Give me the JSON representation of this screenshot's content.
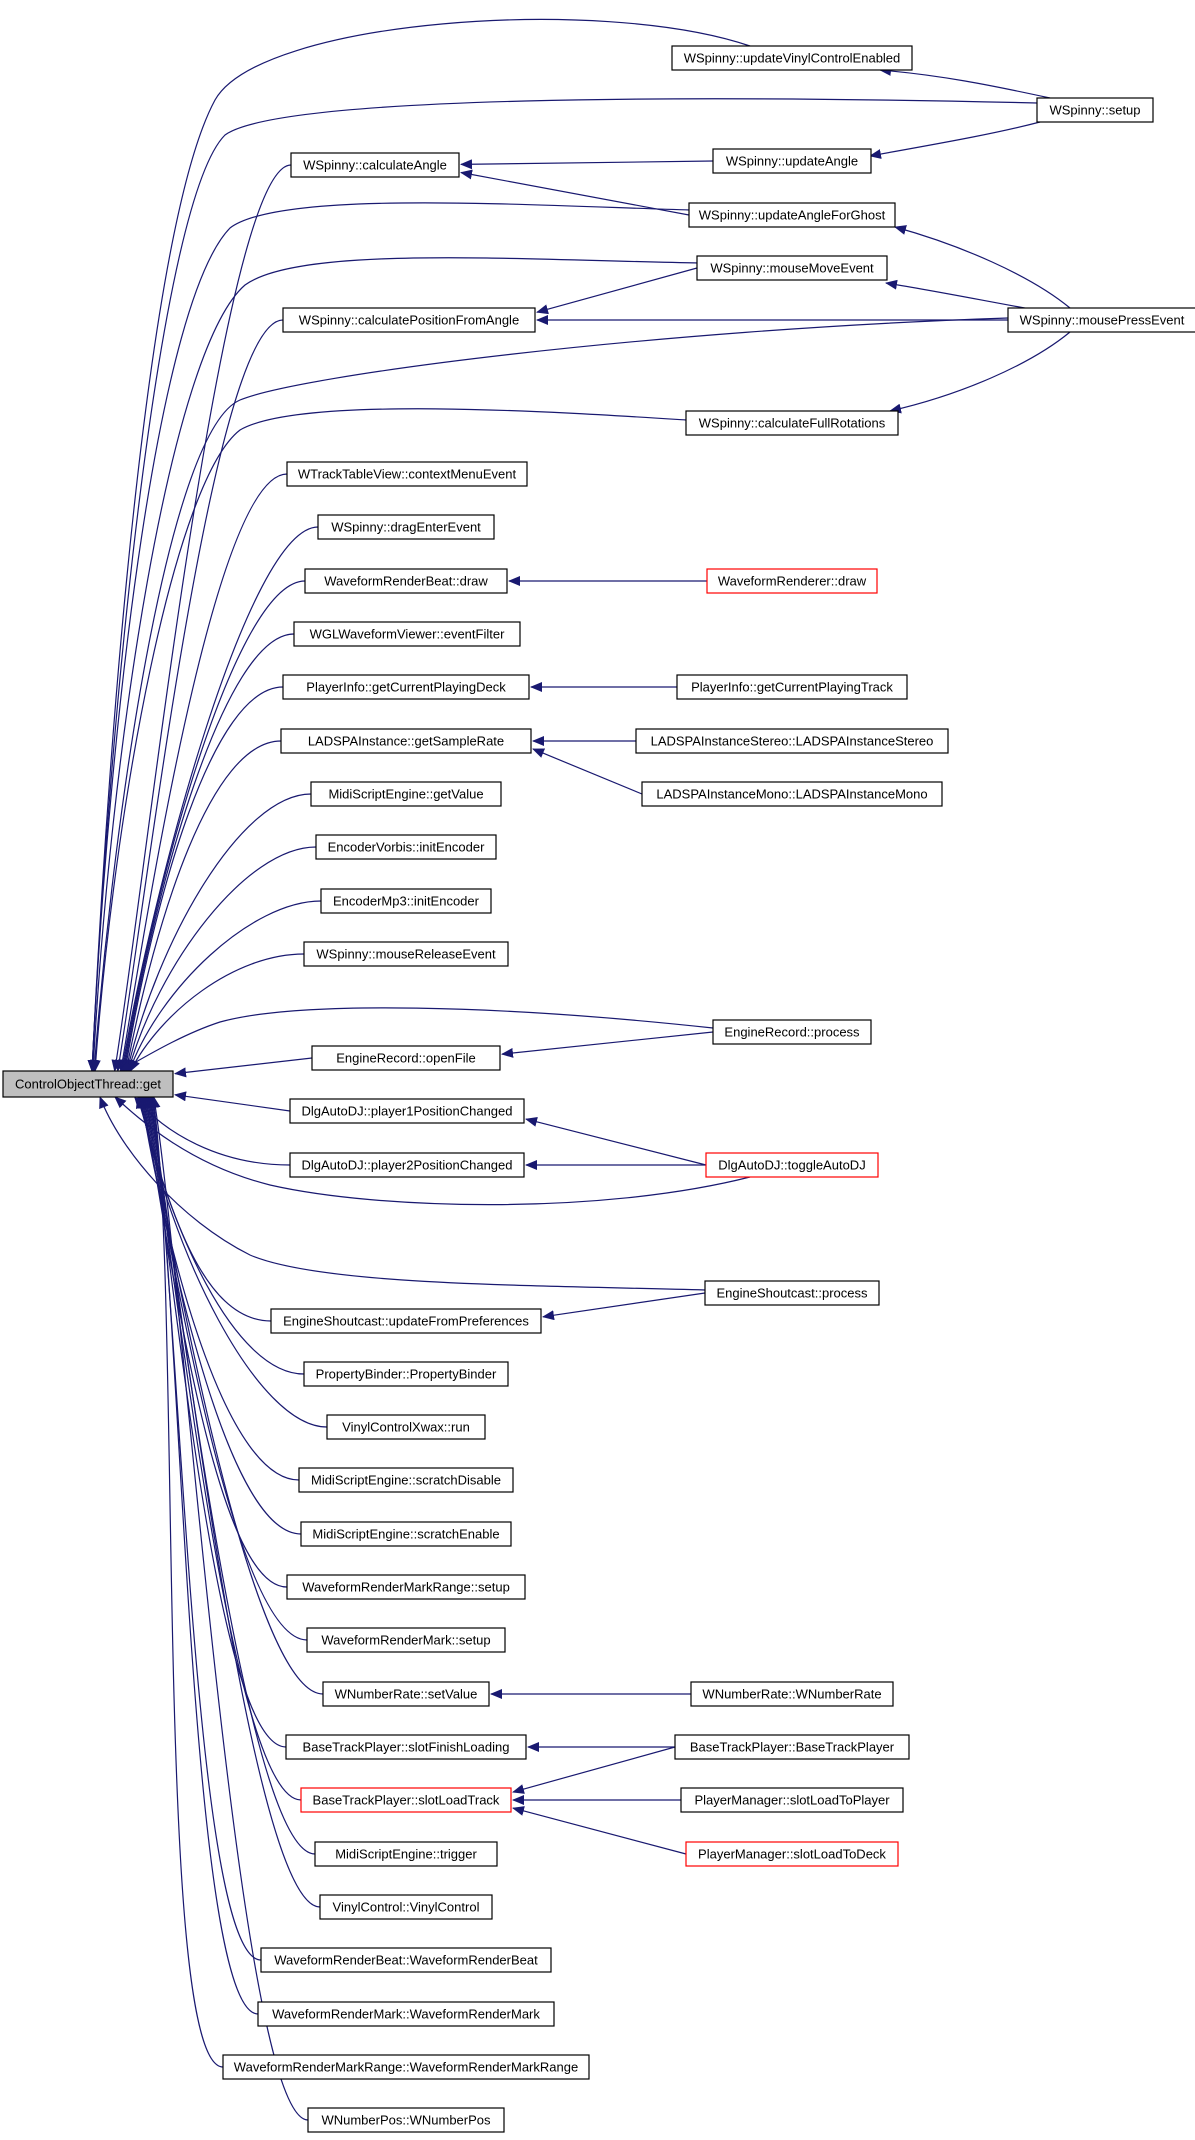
{
  "diagram": {
    "type": "doxygen caller graph",
    "edge_color": "#191970",
    "root_fill": "#bfbfbf",
    "truncated_border_color": "#ff0000",
    "root": "ControlObjectThread::get",
    "nodes": [
      {
        "id": "root",
        "label": "ControlObjectThread::get",
        "style": "root"
      },
      {
        "id": "n_calcAngle",
        "label": "WSpinny::calculateAngle"
      },
      {
        "id": "n_calcPos",
        "label": "WSpinny::calculatePositionFromAngle"
      },
      {
        "id": "n_ctxMenu",
        "label": "WTrackTableView::contextMenuEvent"
      },
      {
        "id": "n_dragEnter",
        "label": "WSpinny::dragEnterEvent"
      },
      {
        "id": "n_wrbDraw",
        "label": "WaveformRenderBeat::draw"
      },
      {
        "id": "n_eventFilter",
        "label": "WGLWaveformViewer::eventFilter"
      },
      {
        "id": "n_getDeck",
        "label": "PlayerInfo::getCurrentPlayingDeck"
      },
      {
        "id": "n_sampleRate",
        "label": "LADSPAInstance::getSampleRate"
      },
      {
        "id": "n_getValue",
        "label": "MidiScriptEngine::getValue"
      },
      {
        "id": "n_vorbis",
        "label": "EncoderVorbis::initEncoder"
      },
      {
        "id": "n_mp3",
        "label": "EncoderMp3::initEncoder"
      },
      {
        "id": "n_mouseRelease",
        "label": "WSpinny::mouseReleaseEvent"
      },
      {
        "id": "n_openFile",
        "label": "EngineRecord::openFile"
      },
      {
        "id": "n_p1pos",
        "label": "DlgAutoDJ::player1PositionChanged"
      },
      {
        "id": "n_p2pos",
        "label": "DlgAutoDJ::player2PositionChanged"
      },
      {
        "id": "n_shoutPrefs",
        "label": "EngineShoutcast::updateFromPreferences"
      },
      {
        "id": "n_propBinder",
        "label": "PropertyBinder::PropertyBinder"
      },
      {
        "id": "n_xwaxRun",
        "label": "VinylControlXwax::run"
      },
      {
        "id": "n_scratchDis",
        "label": "MidiScriptEngine::scratchDisable"
      },
      {
        "id": "n_scratchEn",
        "label": "MidiScriptEngine::scratchEnable"
      },
      {
        "id": "n_wrmrSetup",
        "label": "WaveformRenderMarkRange::setup"
      },
      {
        "id": "n_wrmSetup",
        "label": "WaveformRenderMark::setup"
      },
      {
        "id": "n_setValue",
        "label": "WNumberRate::setValue"
      },
      {
        "id": "n_finishLoad",
        "label": "BaseTrackPlayer::slotFinishLoading"
      },
      {
        "id": "n_loadTrack",
        "label": "BaseTrackPlayer::slotLoadTrack",
        "style": "red"
      },
      {
        "id": "n_trigger",
        "label": "MidiScriptEngine::trigger"
      },
      {
        "id": "n_vinylCtl",
        "label": "VinylControl::VinylControl"
      },
      {
        "id": "n_wrbCtor",
        "label": "WaveformRenderBeat::WaveformRenderBeat"
      },
      {
        "id": "n_wrmCtor",
        "label": "WaveformRenderMark::WaveformRenderMark"
      },
      {
        "id": "n_wrmrCtor",
        "label": "WaveformRenderMarkRange::WaveformRenderMarkRange"
      },
      {
        "id": "n_numPos",
        "label": "WNumberPos::WNumberPos"
      },
      {
        "id": "n_updVinyl",
        "label": "WSpinny::updateVinylControlEnabled"
      },
      {
        "id": "n_updAngle",
        "label": "WSpinny::updateAngle"
      },
      {
        "id": "n_updGhost",
        "label": "WSpinny::updateAngleForGhost"
      },
      {
        "id": "n_mouseMove",
        "label": "WSpinny::mouseMoveEvent"
      },
      {
        "id": "n_fullRot",
        "label": "WSpinny::calculateFullRotations"
      },
      {
        "id": "n_wrDraw",
        "label": "WaveformRenderer::draw",
        "style": "red"
      },
      {
        "id": "n_getTrack",
        "label": "PlayerInfo::getCurrentPlayingTrack"
      },
      {
        "id": "n_ladStereo",
        "label": "LADSPAInstanceStereo::LADSPAInstanceStereo"
      },
      {
        "id": "n_ladMono",
        "label": "LADSPAInstanceMono::LADSPAInstanceMono"
      },
      {
        "id": "n_recProcess",
        "label": "EngineRecord::process"
      },
      {
        "id": "n_toggleAutoDJ",
        "label": "DlgAutoDJ::toggleAutoDJ",
        "style": "red"
      },
      {
        "id": "n_shoutProcess",
        "label": "EngineShoutcast::process"
      },
      {
        "id": "n_numRate",
        "label": "WNumberRate::WNumberRate"
      },
      {
        "id": "n_btpCtor",
        "label": "BaseTrackPlayer::BaseTrackPlayer"
      },
      {
        "id": "n_loadToPlayer",
        "label": "PlayerManager::slotLoadToPlayer"
      },
      {
        "id": "n_loadToDeck",
        "label": "PlayerManager::slotLoadToDeck",
        "style": "red"
      },
      {
        "id": "n_setup",
        "label": "WSpinny::setup"
      },
      {
        "id": "n_mousePress",
        "label": "WSpinny::mousePressEvent"
      }
    ],
    "edges": [
      {
        "from": "n_calcAngle",
        "to": "root"
      },
      {
        "from": "n_calcPos",
        "to": "root"
      },
      {
        "from": "n_ctxMenu",
        "to": "root"
      },
      {
        "from": "n_dragEnter",
        "to": "root"
      },
      {
        "from": "n_wrbDraw",
        "to": "root"
      },
      {
        "from": "n_eventFilter",
        "to": "root"
      },
      {
        "from": "n_getDeck",
        "to": "root"
      },
      {
        "from": "n_sampleRate",
        "to": "root"
      },
      {
        "from": "n_getValue",
        "to": "root"
      },
      {
        "from": "n_vorbis",
        "to": "root"
      },
      {
        "from": "n_mp3",
        "to": "root"
      },
      {
        "from": "n_mouseRelease",
        "to": "root"
      },
      {
        "from": "n_openFile",
        "to": "root"
      },
      {
        "from": "n_p1pos",
        "to": "root"
      },
      {
        "from": "n_p2pos",
        "to": "root"
      },
      {
        "from": "n_shoutPrefs",
        "to": "root"
      },
      {
        "from": "n_propBinder",
        "to": "root"
      },
      {
        "from": "n_xwaxRun",
        "to": "root"
      },
      {
        "from": "n_scratchDis",
        "to": "root"
      },
      {
        "from": "n_scratchEn",
        "to": "root"
      },
      {
        "from": "n_wrmrSetup",
        "to": "root"
      },
      {
        "from": "n_wrmSetup",
        "to": "root"
      },
      {
        "from": "n_setValue",
        "to": "root"
      },
      {
        "from": "n_finishLoad",
        "to": "root"
      },
      {
        "from": "n_loadTrack",
        "to": "root"
      },
      {
        "from": "n_trigger",
        "to": "root"
      },
      {
        "from": "n_vinylCtl",
        "to": "root"
      },
      {
        "from": "n_wrbCtor",
        "to": "root"
      },
      {
        "from": "n_wrmCtor",
        "to": "root"
      },
      {
        "from": "n_wrmrCtor",
        "to": "root"
      },
      {
        "from": "n_numPos",
        "to": "root"
      },
      {
        "from": "n_updVinyl",
        "to": "root"
      },
      {
        "from": "n_setup",
        "to": "root"
      },
      {
        "from": "n_updGhost",
        "to": "root"
      },
      {
        "from": "n_mouseMove",
        "to": "root"
      },
      {
        "from": "n_mousePress",
        "to": "root"
      },
      {
        "from": "n_fullRot",
        "to": "root"
      },
      {
        "from": "n_recProcess",
        "to": "root"
      },
      {
        "from": "n_toggleAutoDJ",
        "to": "root"
      },
      {
        "from": "n_shoutProcess",
        "to": "root"
      },
      {
        "from": "n_setup",
        "to": "n_updVinyl"
      },
      {
        "from": "n_setup",
        "to": "n_updAngle"
      },
      {
        "from": "n_updAngle",
        "to": "n_calcAngle"
      },
      {
        "from": "n_updGhost",
        "to": "n_calcAngle"
      },
      {
        "from": "n_mousePress",
        "to": "n_updGhost"
      },
      {
        "from": "n_mousePress",
        "to": "n_mouseMove"
      },
      {
        "from": "n_mouseMove",
        "to": "n_calcPos"
      },
      {
        "from": "n_mousePress",
        "to": "n_calcPos"
      },
      {
        "from": "n_mousePress",
        "to": "n_fullRot"
      },
      {
        "from": "n_wrDraw",
        "to": "n_wrbDraw"
      },
      {
        "from": "n_getTrack",
        "to": "n_getDeck"
      },
      {
        "from": "n_ladStereo",
        "to": "n_sampleRate"
      },
      {
        "from": "n_ladMono",
        "to": "n_sampleRate"
      },
      {
        "from": "n_recProcess",
        "to": "n_openFile"
      },
      {
        "from": "n_toggleAutoDJ",
        "to": "n_p1pos"
      },
      {
        "from": "n_toggleAutoDJ",
        "to": "n_p2pos"
      },
      {
        "from": "n_shoutProcess",
        "to": "n_shoutPrefs"
      },
      {
        "from": "n_numRate",
        "to": "n_setValue"
      },
      {
        "from": "n_btpCtor",
        "to": "n_finishLoad"
      },
      {
        "from": "n_btpCtor",
        "to": "n_loadTrack"
      },
      {
        "from": "n_loadToPlayer",
        "to": "n_loadTrack"
      },
      {
        "from": "n_loadToDeck",
        "to": "n_loadTrack"
      }
    ]
  }
}
